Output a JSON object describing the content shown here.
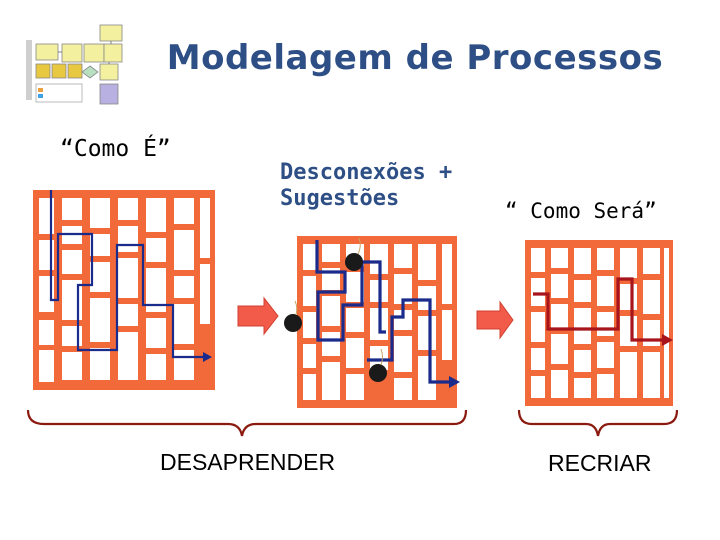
{
  "title": "Modelagem de Processos",
  "labels": {
    "como_e": "“Como É”",
    "desconexoes_line1": "Desconexões +",
    "desconexoes_line2": "Sugestões",
    "como_sera": "“ Como Será”",
    "desaprender": "DESAPRENDER",
    "recriar": "RECRIAR"
  },
  "colors": {
    "maze": "#f26a3a",
    "cell": "#ffffff",
    "path_blue": "#1a2b8c",
    "path_red": "#a8141c",
    "arrow_fill": "#f25a4a",
    "brace": "#8b1a10",
    "title": "#2e4f86"
  },
  "icons": {
    "thumbnail": "process-flowchart-thumbnail",
    "arrow": "right-arrow-icon",
    "bomb": "bomb-icon"
  }
}
